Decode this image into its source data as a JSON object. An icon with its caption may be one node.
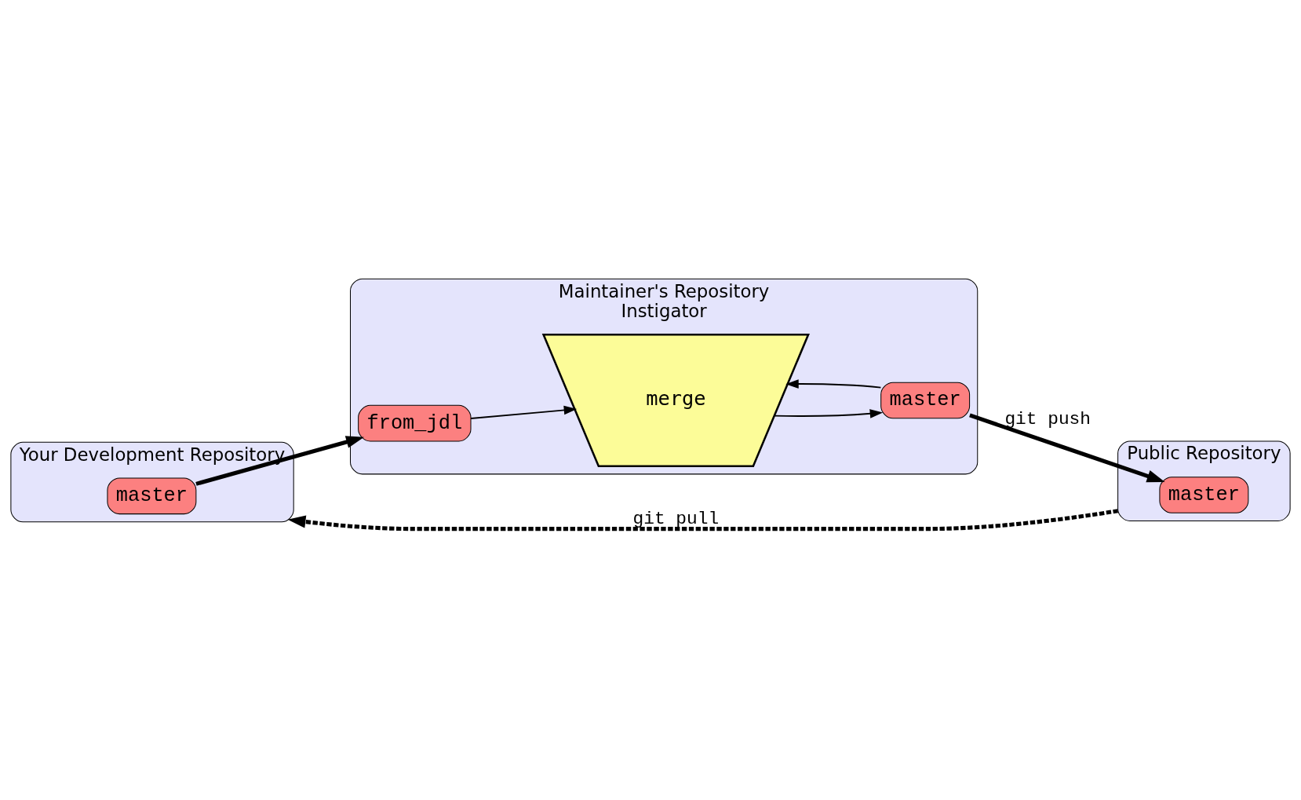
{
  "diagram": {
    "nodes": [
      {
        "text": [
          "Maintainer's Repository"
        ],
        "beside": [
          "Instigator"
        ]
      },
      {
        "text": [
          "from_jdl"
        ],
        "in": 0
      },
      {
        "text": [
          "master"
        ],
        "in": 0
      },
      {
        "text": [
          "merge"
        ],
        "in": 0
      },
      {
        "text": [
          "Public Repository"
        ]
      },
      {
        "text": [
          "master"
        ],
        "in": 4
      },
      {
        "text": [
          "Your Development Repository"
        ]
      },
      {
        "text": [
          "master"
        ],
        "in": 6
      }
    ],
    "edges": [
      {
        "from": 1,
        "to": 3,
        "arrow": "to"
      },
      {
        "from": 2,
        "to": 3,
        "arrow": "to"
      },
      {
        "from": 3,
        "to": 2,
        "arrow": "to"
      },
      {
        "from": 2,
        "to": 5,
        "arrow": "to",
        "label": "git push",
        "style": "thick"
      },
      {
        "from": 4,
        "to": 6,
        "arrow": "to",
        "label": "git pull",
        "style": "dashed"
      },
      {
        "from": 7,
        "to": 1,
        "arrow": "to",
        "style": "thick"
      }
    ]
  }
}
